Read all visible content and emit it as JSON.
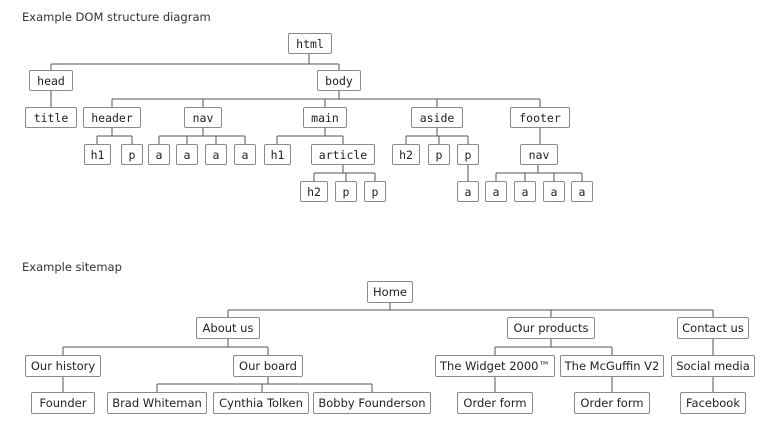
{
  "dom_title": "Example DOM structure diagram",
  "sitemap_title": "Example sitemap",
  "dom": {
    "html": "html",
    "head": "head",
    "body": "body",
    "title": "title",
    "header": "header",
    "nav": "nav",
    "main": "main",
    "aside": "aside",
    "footer": "footer",
    "h1": "h1",
    "p": "p",
    "a": "a",
    "article": "article",
    "h2": "h2"
  },
  "sitemap": {
    "home": "Home",
    "about": "About us",
    "products": "Our products",
    "contact": "Contact us",
    "history": "Our history",
    "board": "Our board",
    "widget": "The Widget 2000™",
    "mcguffin": "The McGuffin V2",
    "social": "Social media",
    "founder": "Founder",
    "brad": "Brad Whiteman",
    "cynthia": "Cynthia Tolken",
    "bobby": "Bobby Founderson",
    "order_form": "Order form",
    "facebook": "Facebook"
  }
}
